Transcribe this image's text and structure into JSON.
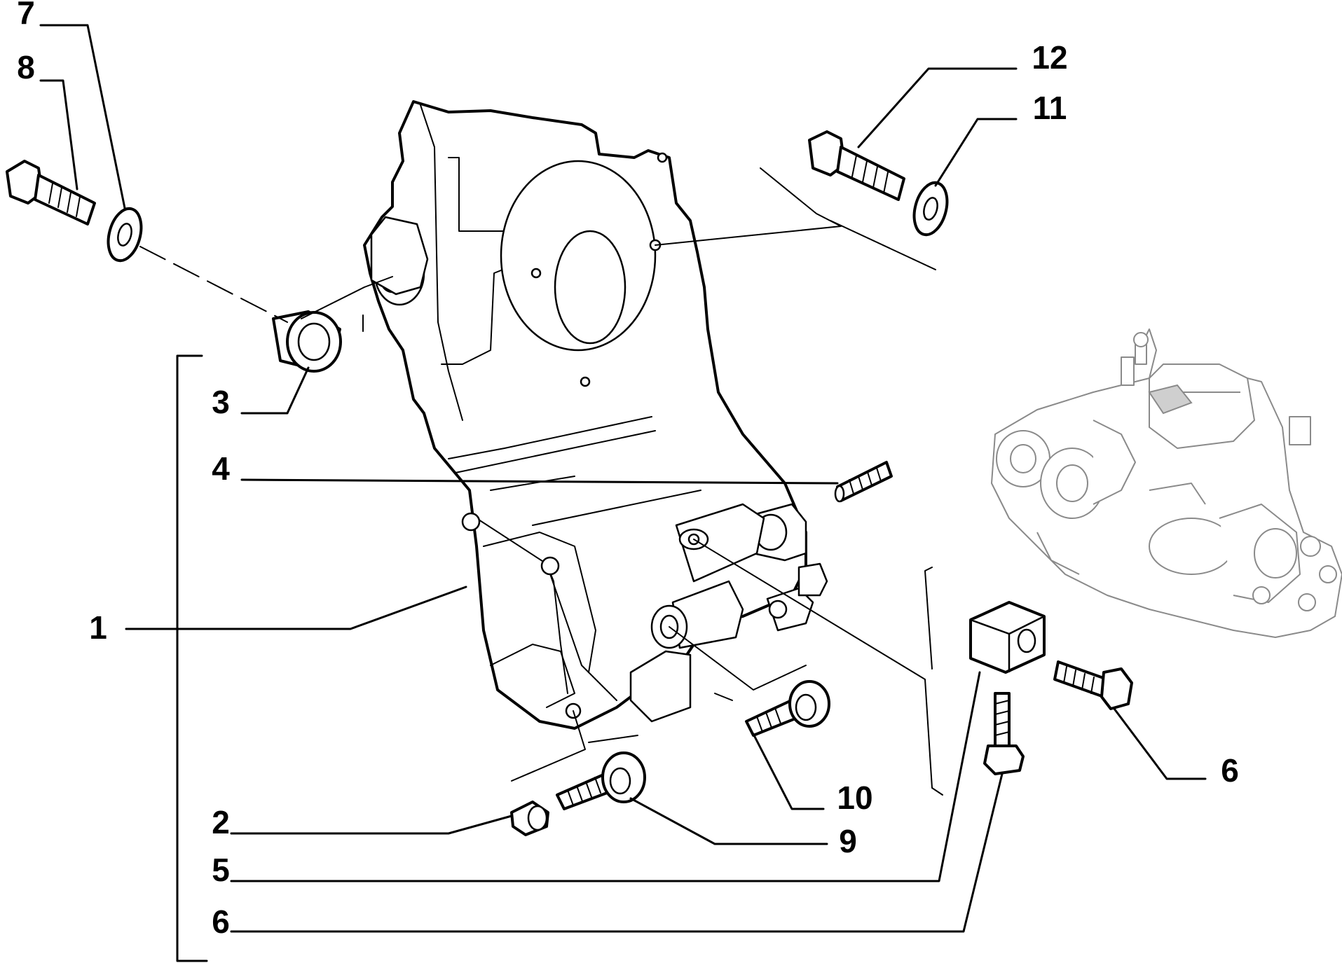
{
  "callouts": [
    {
      "id": "1",
      "label": "1"
    },
    {
      "id": "2",
      "label": "2"
    },
    {
      "id": "3",
      "label": "3"
    },
    {
      "id": "4",
      "label": "4"
    },
    {
      "id": "5",
      "label": "5"
    },
    {
      "id": "6a",
      "label": "6"
    },
    {
      "id": "6b",
      "label": "6"
    },
    {
      "id": "7",
      "label": "7"
    },
    {
      "id": "8",
      "label": "8"
    },
    {
      "id": "9",
      "label": "9"
    },
    {
      "id": "10",
      "label": "10"
    },
    {
      "id": "11",
      "label": "11"
    },
    {
      "id": "12",
      "label": "12"
    }
  ],
  "colors": {
    "line": "#000000",
    "reference_view": "#8a8a8a",
    "background": "#ffffff"
  }
}
